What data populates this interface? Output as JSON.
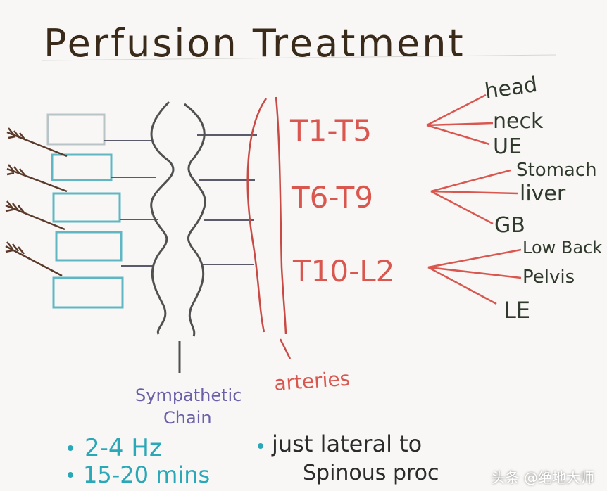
{
  "title": "Perfusion Treatment",
  "segments": [
    {
      "label": "T1-T5",
      "targets": [
        "head",
        "neck",
        "UE"
      ]
    },
    {
      "label": "T6-T9",
      "targets": [
        "Stomach",
        "liver",
        "GB"
      ]
    },
    {
      "label": "T10-L2",
      "targets": [
        "Low Back",
        "Pelvis",
        "LE"
      ]
    }
  ],
  "labels": {
    "sympathetic_line1": "Sympathetic",
    "sympathetic_line2": "Chain",
    "arteries": "arteries"
  },
  "notes": {
    "frequency": "2-4 Hz",
    "duration": "15-20 mins",
    "location_line1": "just lateral to",
    "location_line2": "Spinous proc"
  },
  "watermark": "头条 @绝地大师",
  "colors": {
    "title": "#3a2a1a",
    "segments": "#d9574f",
    "targets": "#2f3a2c",
    "chain": "#505050",
    "vertebrae": "#5fb7c4",
    "labels_purple": "#6a5fa8",
    "bullets": "#2aa8b8",
    "arrows": "#5a3a2a"
  }
}
